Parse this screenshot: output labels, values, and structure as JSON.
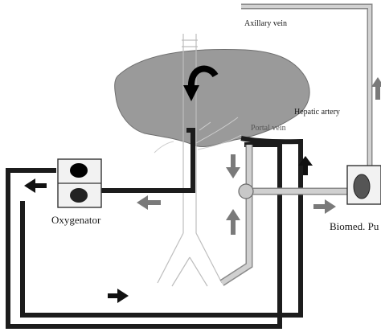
{
  "labels": {
    "axillary_vein": "Axillary vein",
    "hepatic_artery": "Hepatic artery",
    "portal_vein": "Portal vein",
    "oxygenator": "Oxygenator",
    "biomed_pump": "Biomed. Pu"
  },
  "colors": {
    "liver": "#9a9a9a",
    "dark_tube": "#1c1c1c",
    "light_tube": "#c8c8c8",
    "gray_arrow": "#7a7a7a",
    "black_arrow": "#111111"
  }
}
